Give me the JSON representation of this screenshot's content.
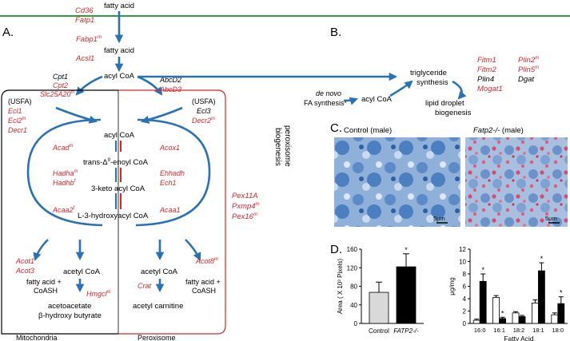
{
  "panel_labels": {
    "a": "A.",
    "b": "B.",
    "c": "C.",
    "d": "D."
  },
  "a": {
    "fatty_acid_top": "fatty acid",
    "transporters": [
      "Cd36",
      "Fatp1"
    ],
    "fabp1": "Fabp1",
    "fabp1_sup": "m",
    "fatty_acid_mid": "fatty acid",
    "acsl1": "Acsl1",
    "acyl_coa_top": "acyl CoA",
    "cpt1": "Cpt1",
    "cpt2": "Cpt2",
    "slc": "Slc25A20",
    "slc_sup": "m",
    "abcd2": "AbcD2",
    "abcd3": "AbcD3",
    "mito": {
      "usfa": "(USFA)",
      "usfa_genes": [
        {
          "name": "Ecl1",
          "sup": ""
        },
        {
          "name": "Ecl2",
          "sup": "m"
        },
        {
          "name": "Decr1",
          "sup": ""
        }
      ],
      "acadm": "Acad",
      "acadm_sup": "m",
      "hadha": "Hadha",
      "hadha_sup": "m",
      "hadhb": "Hadhb",
      "hadhb_sup": "f",
      "acaa2": "Acaa2",
      "acaa2_sup": "f",
      "acot1": "Acot1",
      "acot3": "Acot3",
      "hmgcl": "Hmgcl",
      "hmgcl_sup": "m",
      "fa_coash": [
        "fatty acid +",
        "CoASH"
      ],
      "acetyl_coa": "acetyl CoA",
      "ketones": [
        "acetoacetate",
        "β-hydroxy butyrate"
      ],
      "label": "Mitochondria"
    },
    "cycle": {
      "acyl_coa": "acyl CoA",
      "enoyl_pre": "trans-Δ",
      "enoyl_sup": "9",
      "enoyl_post": "-enoyl CoA",
      "keto": "3-keto acyl CoA",
      "hydroxy": "L-3-hydroxyacyl CoA"
    },
    "perox": {
      "usfa": "(USFA)",
      "usfa_genes": [
        "Ecl3",
        "Decr2"
      ],
      "decr2_sup": "m",
      "acox1": "Acox1",
      "ehhadh": "Ehhadh",
      "ech1": "Ech1",
      "acaa1": "Acaa1",
      "acetyl_coa": "acetyl CoA",
      "crat": "Crat",
      "acetyl_carnitine": "acetyl carnitine",
      "acot8": "Acot8",
      "acot8_sup": "m",
      "fa_coash": [
        "fatty acid +",
        "CoASH"
      ],
      "label": "Peroxisome",
      "biogenesis_genes": [
        {
          "name": "Pex11A",
          "sup": ""
        },
        {
          "name": "Pxmp4",
          "sup": "m"
        },
        {
          "name": "Pex16",
          "sup": "m"
        }
      ],
      "biogenesis_label": [
        "peroxisome",
        "biogenesis"
      ]
    }
  },
  "b": {
    "de_novo": [
      "de novo",
      "FA synthesis*"
    ],
    "acyl_coa": "acyl CoA",
    "tg": [
      "triglyceride",
      "synthesis"
    ],
    "genes_col1": [
      {
        "name": "Fitm1",
        "sup": "",
        "red": true
      },
      {
        "name": "Fitm2",
        "sup": "",
        "red": true
      },
      {
        "name": "Plin4",
        "sup": "",
        "red": false
      },
      {
        "name": "Mogat1",
        "sup": "",
        "red": true
      }
    ],
    "genes_col2": [
      {
        "name": "Plin2",
        "sup": "m",
        "red": true
      },
      {
        "name": "Plin5",
        "sup": "m",
        "red": true
      },
      {
        "name": "Dgat",
        "sup": "",
        "red": false
      }
    ],
    "lipid": [
      "lipid droplet",
      "biogenesis"
    ]
  },
  "c": {
    "control_title": "Control (male)",
    "ko_title_gene": "Fatp2-/-",
    "ko_title_rest": " (male)",
    "scale": "5μm"
  },
  "colors": {
    "red": "#d7262b",
    "blue": "#2a72b8",
    "green": "#2e9e3f",
    "grey_bar": "#d9d9d9",
    "black_bar": "#000000"
  },
  "chart_data": [
    {
      "type": "bar",
      "categories": [
        "Control",
        "FATP2-/-"
      ],
      "values": [
        67,
        122
      ],
      "errors": [
        22,
        28
      ],
      "significance": [
        "",
        "*"
      ],
      "ylabel": "Area ( X 10³ Pixels)",
      "ylim": [
        0,
        160
      ],
      "yticks": [
        0,
        40,
        80,
        120,
        160
      ],
      "colors": [
        "#d9d9d9",
        "#000000"
      ]
    },
    {
      "type": "bar",
      "categories": [
        "16:0",
        "16:1",
        "18:2",
        "18:1",
        "18:0"
      ],
      "series": [
        {
          "values": [
            0.5,
            4.2,
            1.7,
            3.3,
            1.4
          ],
          "errors": [
            0.2,
            0.3,
            0.2,
            0.5,
            0.3
          ],
          "color": "#ffffff"
        },
        {
          "values": [
            6.8,
            0.8,
            1.1,
            8.5,
            3.2
          ],
          "errors": [
            1.2,
            0.2,
            0.2,
            1.3,
            1.1
          ],
          "color": "#000000"
        }
      ],
      "significance": [
        "*",
        "*",
        "",
        "*",
        "*"
      ],
      "xlabel": "Fatty Acid",
      "ylabel": "μg/mg",
      "ylim": [
        0,
        12
      ],
      "yticks": [
        0,
        2,
        4,
        6,
        8,
        10,
        12
      ]
    }
  ]
}
